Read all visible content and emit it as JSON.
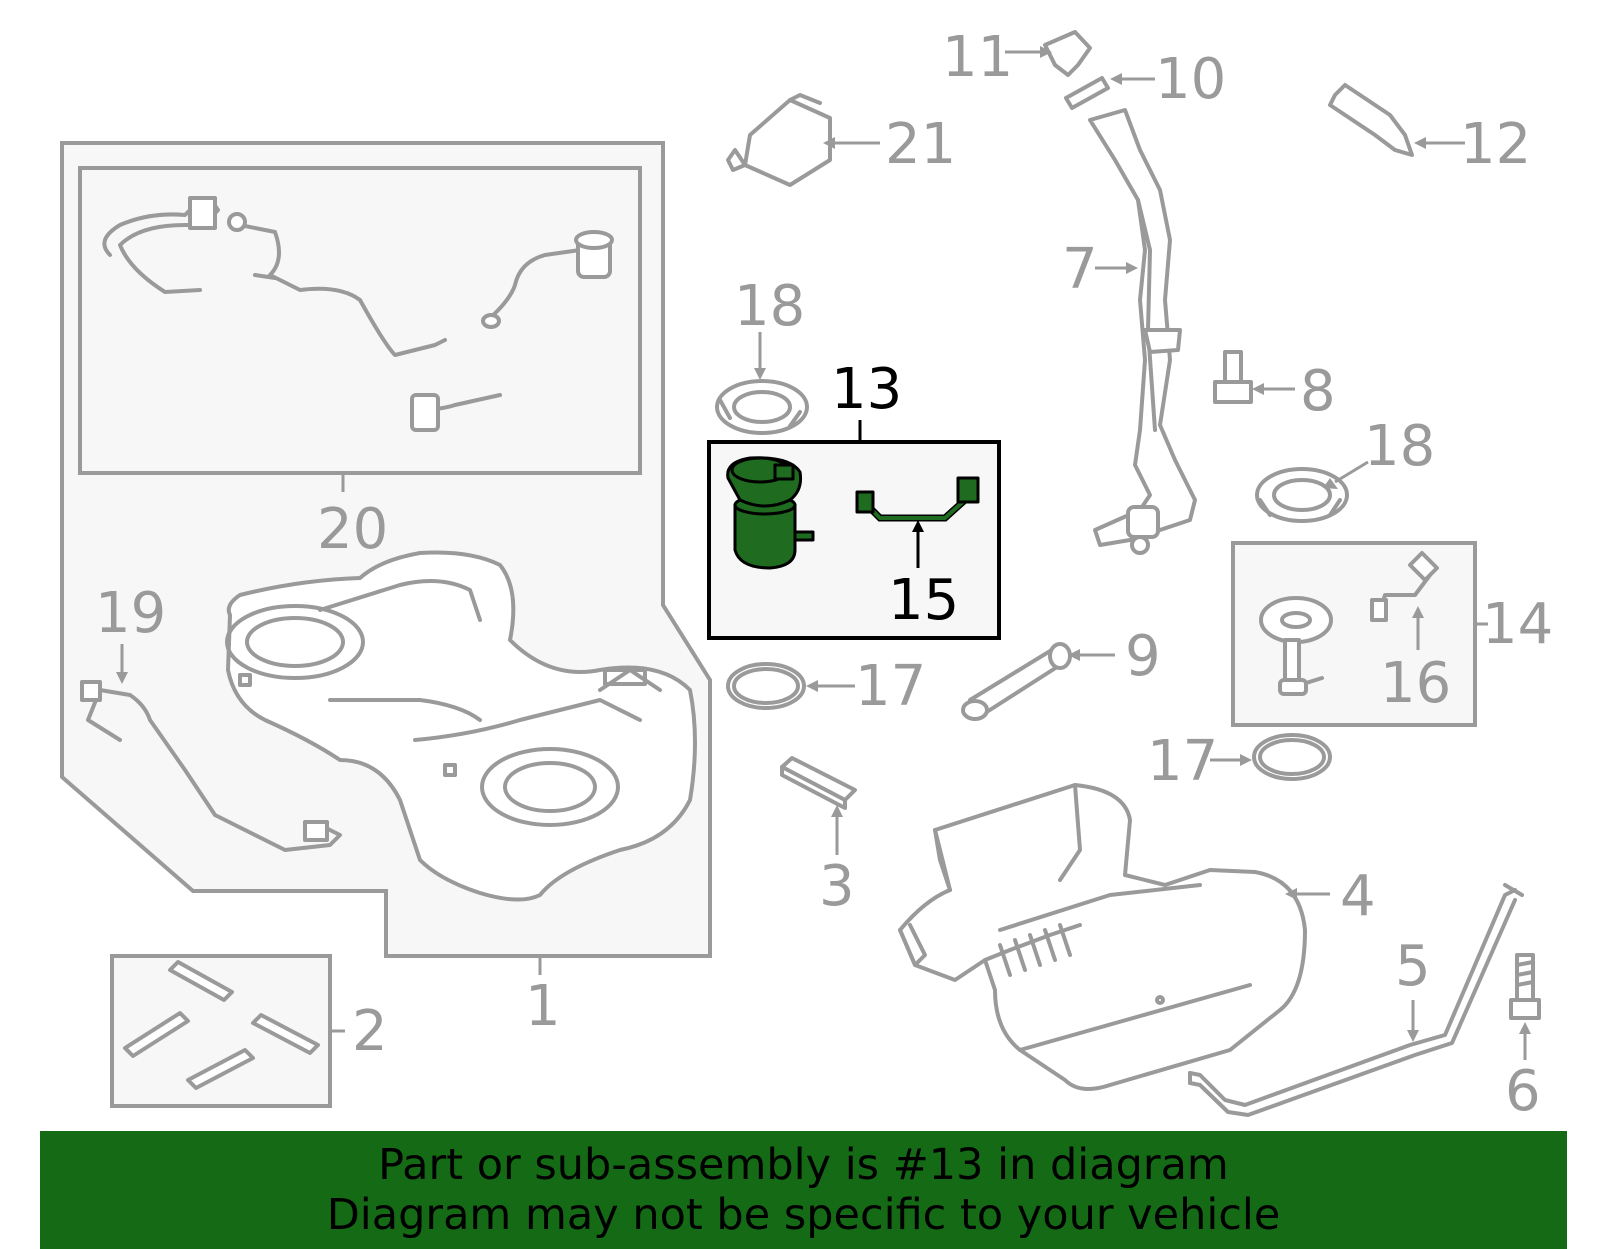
{
  "colors": {
    "outline": "#9a9a9a",
    "highlight": "#1f6b1f",
    "banner_background": "#156b15",
    "banner_text": "#000000"
  },
  "callouts": {
    "c1": "1",
    "c2": "2",
    "c3": "3",
    "c4": "4",
    "c5": "5",
    "c6": "6",
    "c7": "7",
    "c8": "8",
    "c9": "9",
    "c10": "10",
    "c11": "11",
    "c12": "12",
    "c13": "13",
    "c14": "14",
    "c15": "15",
    "c16": "16",
    "c17a": "17",
    "c17b": "17",
    "c18a": "18",
    "c18b": "18",
    "c19": "19",
    "c20": "20",
    "c21": "21"
  },
  "banner": {
    "line1": "Part or sub-assembly is #13 in diagram",
    "line2": "Diagram may not be specific to your vehicle"
  }
}
